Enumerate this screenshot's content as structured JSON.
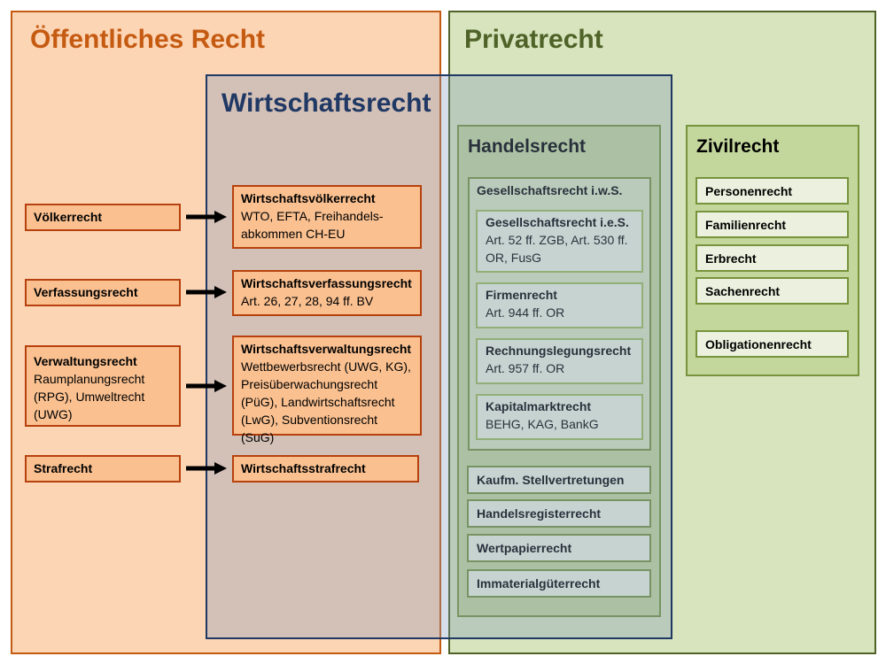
{
  "regions": {
    "oeffentlich": "Öffentliches Recht",
    "privat": "Privatrecht",
    "wirtschaft": "Wirtschaftsrecht"
  },
  "left_boxes": {
    "voelker": "Völkerrecht",
    "verfassung": "Verfassungsrecht",
    "verwaltung": {
      "title": "Verwaltungsrecht",
      "lines": [
        "Raumplanungsrecht",
        "(RPG), Umweltrecht",
        "(UWG)"
      ]
    },
    "straf": "Strafrecht"
  },
  "wirtschaft_boxes": {
    "voelker": {
      "title": "Wirtschaftsvölkerrecht",
      "lines": [
        "WTO, EFTA, Freihandels-",
        "abkommen CH-EU"
      ]
    },
    "verfassung": {
      "title": "Wirtschaftsverfassungsrecht",
      "lines": [
        "Art. 26, 27, 28, 94 ff. BV"
      ]
    },
    "verwaltung": {
      "title": "Wirtschaftsverwaltungsrecht",
      "lines": [
        "Wettbewerbsrecht (UWG, KG),",
        "Preisüberwachungsrecht",
        "(PüG), Landwirtschaftsrecht",
        "(LwG), Subventionsrecht (SuG)"
      ]
    },
    "straf": {
      "title": "Wirtschaftsstrafrecht"
    }
  },
  "handelsrecht": {
    "title": "Handelsrecht",
    "gesellschaftsrecht_iws": {
      "title": "Gesellschaftsrecht i.w.S.",
      "items": [
        {
          "title": "Gesellschaftsrecht i.e.S.",
          "lines": [
            "Art. 52 ff. ZGB, Art. 530 ff.",
            "OR, FusG"
          ]
        },
        {
          "title": "Firmenrecht",
          "lines": [
            "Art. 944 ff. OR"
          ]
        },
        {
          "title": "Rechnungslegungsrecht",
          "lines": [
            "Art. 957 ff. OR"
          ]
        },
        {
          "title": "Kapitalmarktrecht",
          "lines": [
            "BEHG, KAG, BankG"
          ]
        }
      ]
    },
    "others": [
      "Kaufm. Stellvertretungen",
      "Handelsregisterrecht",
      "Wertpapierrecht",
      "Immaterialgüterrecht"
    ]
  },
  "zivilrecht": {
    "title": "Zivilrecht",
    "items": [
      "Personenrecht",
      "Familienrecht",
      "Erbrecht",
      "Sachenrecht",
      "Obligationenrecht"
    ]
  },
  "colors": {
    "oeffentlich_fill": "#fcd5b5",
    "oeffentlich_border": "#c55a11",
    "privat_fill": "#d7e4bd",
    "privat_border": "#4f6228",
    "wirtschaft_border": "#1f3864"
  }
}
